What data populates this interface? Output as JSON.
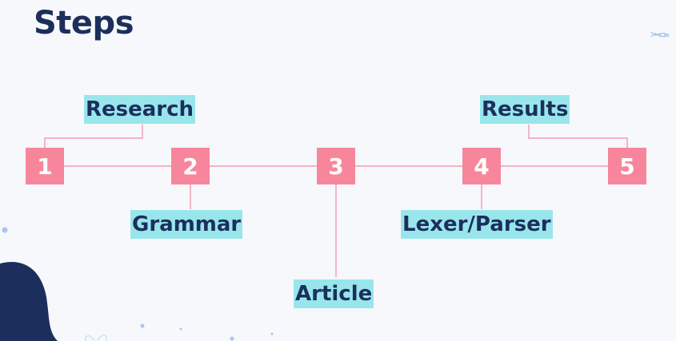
{
  "title": "Steps",
  "steps": [
    {
      "number": "1",
      "label": "Research"
    },
    {
      "number": "2",
      "label": "Grammar"
    },
    {
      "number": "3",
      "label": "Article"
    },
    {
      "number": "4",
      "label": "Lexer/Parser"
    },
    {
      "number": "5",
      "label": "Results"
    }
  ],
  "colors": {
    "title": "#1c2f5c",
    "box": "#f7869c",
    "label_bg": "#98e6ec",
    "line": "#f08aa0",
    "blob": "#1c2f5c"
  },
  "icons": [
    "dna-icon",
    "butterfly-icon"
  ]
}
